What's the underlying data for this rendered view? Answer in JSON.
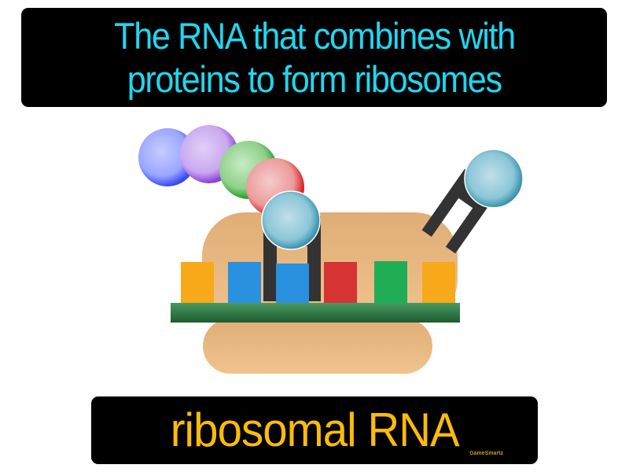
{
  "definition": {
    "lines": [
      "The RNA that combines with",
      "proteins to form ribosomes"
    ],
    "color": "#1fd7f0"
  },
  "term": {
    "text": "ribosomal RNA",
    "color": "#fbbb0a"
  },
  "brand": "GameSmartz",
  "illustration": {
    "ribosome_color": "#e8b47c",
    "mrna_strand_color": "#2f7a45",
    "codon_colors": [
      "#f7a91a",
      "#2a90e0",
      "#2a90e0",
      "#d63333",
      "#1fae55",
      "#f7a91a"
    ],
    "amino_acid_chain_colors": [
      "#4a5cf0",
      "#9a4fe0",
      "#2fa83a",
      "#e03a3a",
      "#2c9ab8"
    ],
    "trna_color": "#3a3a3a"
  }
}
